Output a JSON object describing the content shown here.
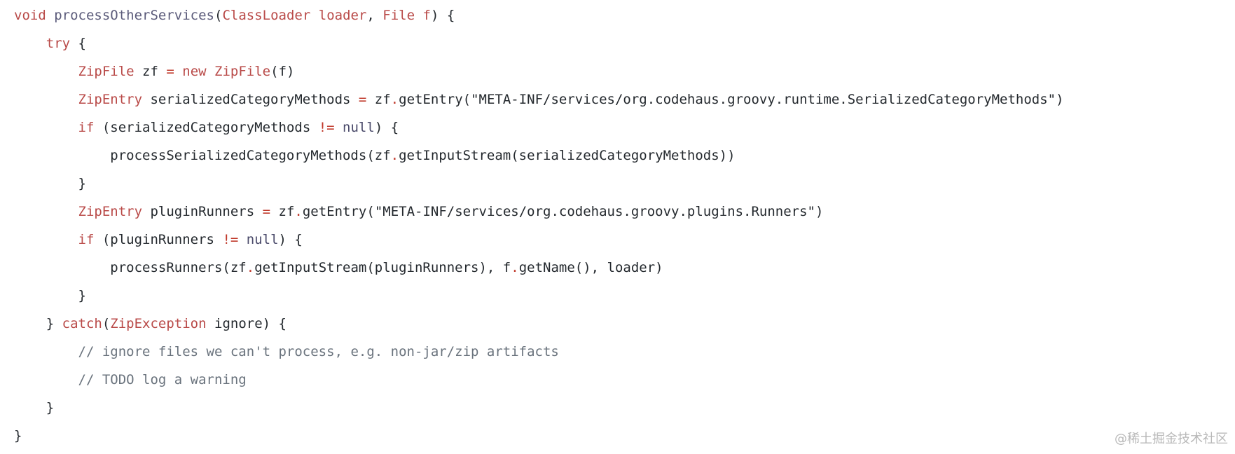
{
  "code": {
    "lines": [
      [
        {
          "t": "void",
          "c": "keyword"
        },
        {
          "t": " ",
          "c": "plain"
        },
        {
          "t": "processOtherServices",
          "c": "func"
        },
        {
          "t": "(",
          "c": "plain"
        },
        {
          "t": "ClassLoader",
          "c": "type"
        },
        {
          "t": " ",
          "c": "plain"
        },
        {
          "t": "loader",
          "c": "type"
        },
        {
          "t": ", ",
          "c": "plain"
        },
        {
          "t": "File",
          "c": "type"
        },
        {
          "t": " ",
          "c": "plain"
        },
        {
          "t": "f",
          "c": "type"
        },
        {
          "t": ") {",
          "c": "plain"
        }
      ],
      [
        {
          "t": "    ",
          "c": "plain"
        },
        {
          "t": "try",
          "c": "keyword"
        },
        {
          "t": " {",
          "c": "plain"
        }
      ],
      [
        {
          "t": "        ",
          "c": "plain"
        },
        {
          "t": "ZipFile",
          "c": "type"
        },
        {
          "t": " zf ",
          "c": "plain"
        },
        {
          "t": "=",
          "c": "op"
        },
        {
          "t": " ",
          "c": "plain"
        },
        {
          "t": "new",
          "c": "keyword"
        },
        {
          "t": " ",
          "c": "plain"
        },
        {
          "t": "ZipFile",
          "c": "type"
        },
        {
          "t": "(f)",
          "c": "plain"
        }
      ],
      [
        {
          "t": "        ",
          "c": "plain"
        },
        {
          "t": "ZipEntry",
          "c": "type"
        },
        {
          "t": " serializedCategoryMethods ",
          "c": "plain"
        },
        {
          "t": "=",
          "c": "op"
        },
        {
          "t": " zf",
          "c": "plain"
        },
        {
          "t": ".",
          "c": "op"
        },
        {
          "t": "getEntry(",
          "c": "plain"
        },
        {
          "t": "\"META-INF/services/org.codehaus.groovy.runtime.SerializedCategoryMethods\"",
          "c": "string"
        },
        {
          "t": ")",
          "c": "plain"
        }
      ],
      [
        {
          "t": "        ",
          "c": "plain"
        },
        {
          "t": "if",
          "c": "keyword"
        },
        {
          "t": " (serializedCategoryMethods ",
          "c": "plain"
        },
        {
          "t": "!=",
          "c": "op"
        },
        {
          "t": " ",
          "c": "plain"
        },
        {
          "t": "null",
          "c": "null"
        },
        {
          "t": ") {",
          "c": "plain"
        }
      ],
      [
        {
          "t": "            processSerializedCategoryMethods(zf",
          "c": "plain"
        },
        {
          "t": ".",
          "c": "op"
        },
        {
          "t": "getInputStream(serializedCategoryMethods))",
          "c": "plain"
        }
      ],
      [
        {
          "t": "        }",
          "c": "plain"
        }
      ],
      [
        {
          "t": "        ",
          "c": "plain"
        },
        {
          "t": "ZipEntry",
          "c": "type"
        },
        {
          "t": " pluginRunners ",
          "c": "plain"
        },
        {
          "t": "=",
          "c": "op"
        },
        {
          "t": " zf",
          "c": "plain"
        },
        {
          "t": ".",
          "c": "op"
        },
        {
          "t": "getEntry(",
          "c": "plain"
        },
        {
          "t": "\"META-INF/services/org.codehaus.groovy.plugins.Runners\"",
          "c": "string"
        },
        {
          "t": ")",
          "c": "plain"
        }
      ],
      [
        {
          "t": "        ",
          "c": "plain"
        },
        {
          "t": "if",
          "c": "keyword"
        },
        {
          "t": " (pluginRunners ",
          "c": "plain"
        },
        {
          "t": "!=",
          "c": "op"
        },
        {
          "t": " ",
          "c": "plain"
        },
        {
          "t": "null",
          "c": "null"
        },
        {
          "t": ") {",
          "c": "plain"
        }
      ],
      [
        {
          "t": "            processRunners(zf",
          "c": "plain"
        },
        {
          "t": ".",
          "c": "op"
        },
        {
          "t": "getInputStream(pluginRunners), f",
          "c": "plain"
        },
        {
          "t": ".",
          "c": "op"
        },
        {
          "t": "getName(), loader)",
          "c": "plain"
        }
      ],
      [
        {
          "t": "        }",
          "c": "plain"
        }
      ],
      [
        {
          "t": "    } ",
          "c": "plain"
        },
        {
          "t": "catch",
          "c": "keyword"
        },
        {
          "t": "(",
          "c": "plain"
        },
        {
          "t": "ZipException",
          "c": "type"
        },
        {
          "t": " ignore) {",
          "c": "plain"
        }
      ],
      [
        {
          "t": "        ",
          "c": "plain"
        },
        {
          "t": "// ignore files we can't process, e.g. non-jar/zip artifacts",
          "c": "comment"
        }
      ],
      [
        {
          "t": "        ",
          "c": "plain"
        },
        {
          "t": "// TODO log a warning",
          "c": "comment"
        }
      ],
      [
        {
          "t": "    }",
          "c": "plain"
        }
      ],
      [
        {
          "t": "}",
          "c": "plain"
        }
      ]
    ]
  },
  "watermark": {
    "text": "@稀土掘金技术社区"
  },
  "colors": {
    "keyword": "#b94a48",
    "type": "#b94a48",
    "operator": "#c0392b",
    "plain": "#24292e",
    "comment": "#6a737d",
    "background": "#ffffff"
  }
}
